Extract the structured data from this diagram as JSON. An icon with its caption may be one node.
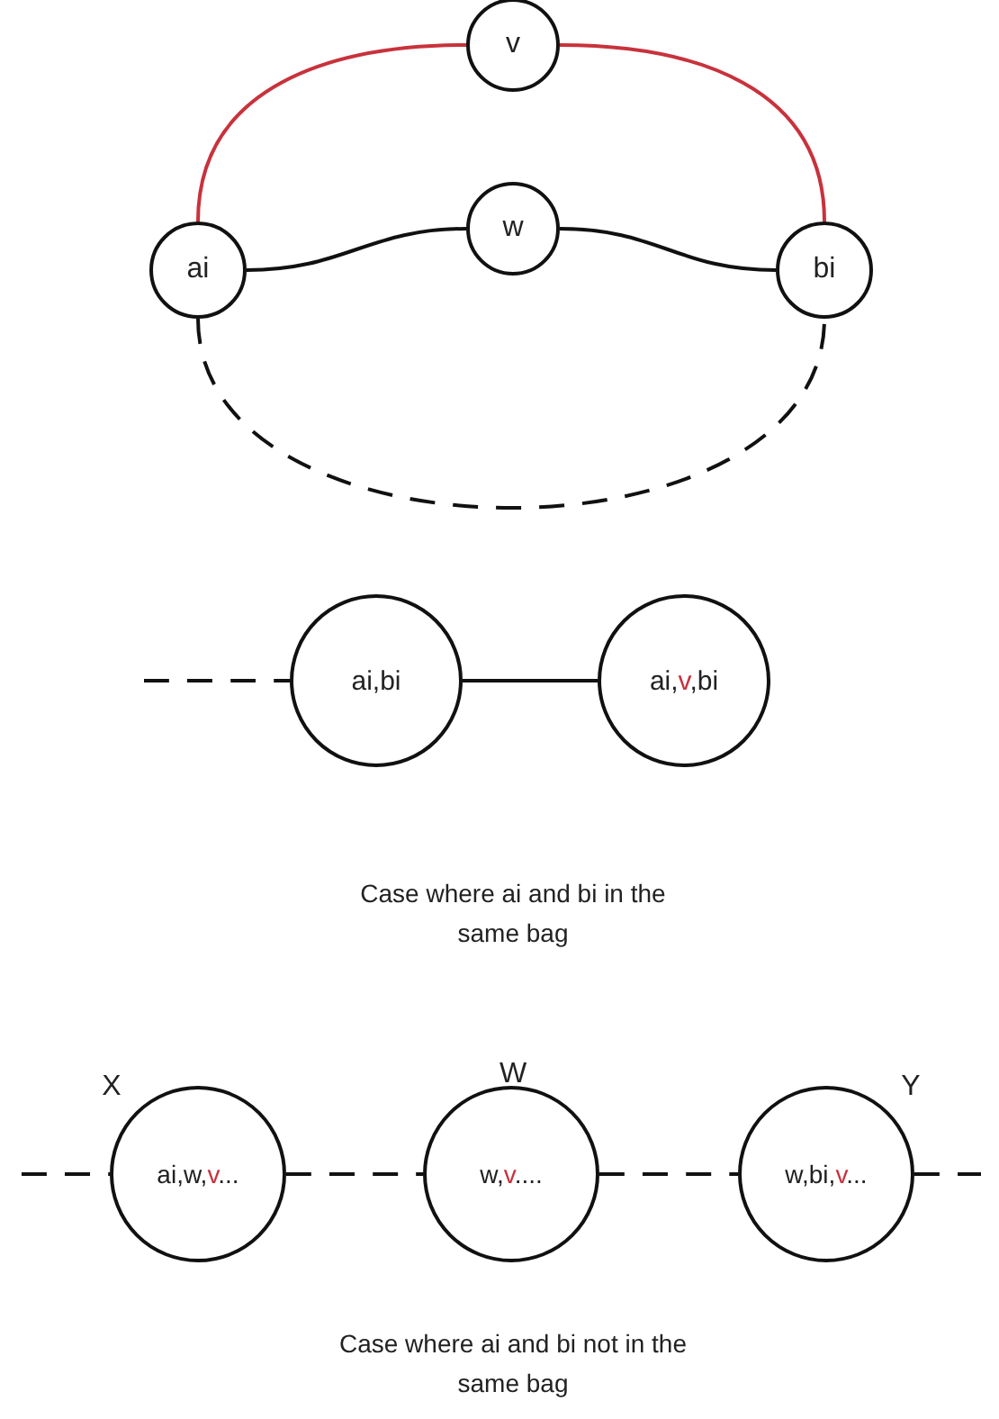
{
  "diagram": {
    "nodes": [
      {
        "text": [
          "v"
        ]
      },
      {
        "text": [
          "ai"
        ]
      },
      {
        "text": [
          "w"
        ]
      },
      {
        "text": [
          "bi"
        ]
      },
      {
        "text": [
          "ai,bi"
        ]
      },
      {
        "text": [
          "ai,*v*,bi"
        ]
      },
      {
        "text": [
          "ai,w,*v*..."
        ],
        "beside": [
          "X"
        ]
      },
      {
        "text": [
          "w,*v*...."
        ],
        "beside": [
          "W"
        ]
      },
      {
        "text": [
          "w,bi,*v*..."
        ],
        "beside": [
          "Y"
        ]
      }
    ],
    "edges": [
      {
        "from": 1,
        "to": 0,
        "arrow": "none",
        "color": "#c8323c"
      },
      {
        "from": 0,
        "to": 3,
        "arrow": "none",
        "color": "#c8323c"
      },
      {
        "from": 1,
        "to": 2,
        "arrow": "none"
      },
      {
        "from": 2,
        "to": 3,
        "arrow": "none"
      },
      {
        "from": 1,
        "to": 3,
        "arrow": "none",
        "style": "dashed"
      },
      {
        "from": null,
        "to": 4,
        "arrow": "none",
        "style": "dashed"
      },
      {
        "from": 4,
        "to": 5,
        "arrow": "none"
      },
      {
        "from": null,
        "to": 6,
        "arrow": "none",
        "style": "dashed"
      },
      {
        "from": 6,
        "to": 7,
        "arrow": "none",
        "style": "dashed"
      },
      {
        "from": 7,
        "to": 8,
        "arrow": "none",
        "style": "dashed"
      },
      {
        "from": 8,
        "to": null,
        "arrow": "none",
        "style": "dashed"
      }
    ],
    "labels": [
      "Case where ai and bi in the same bag",
      "Case where ai and bi not in the same bag"
    ]
  }
}
